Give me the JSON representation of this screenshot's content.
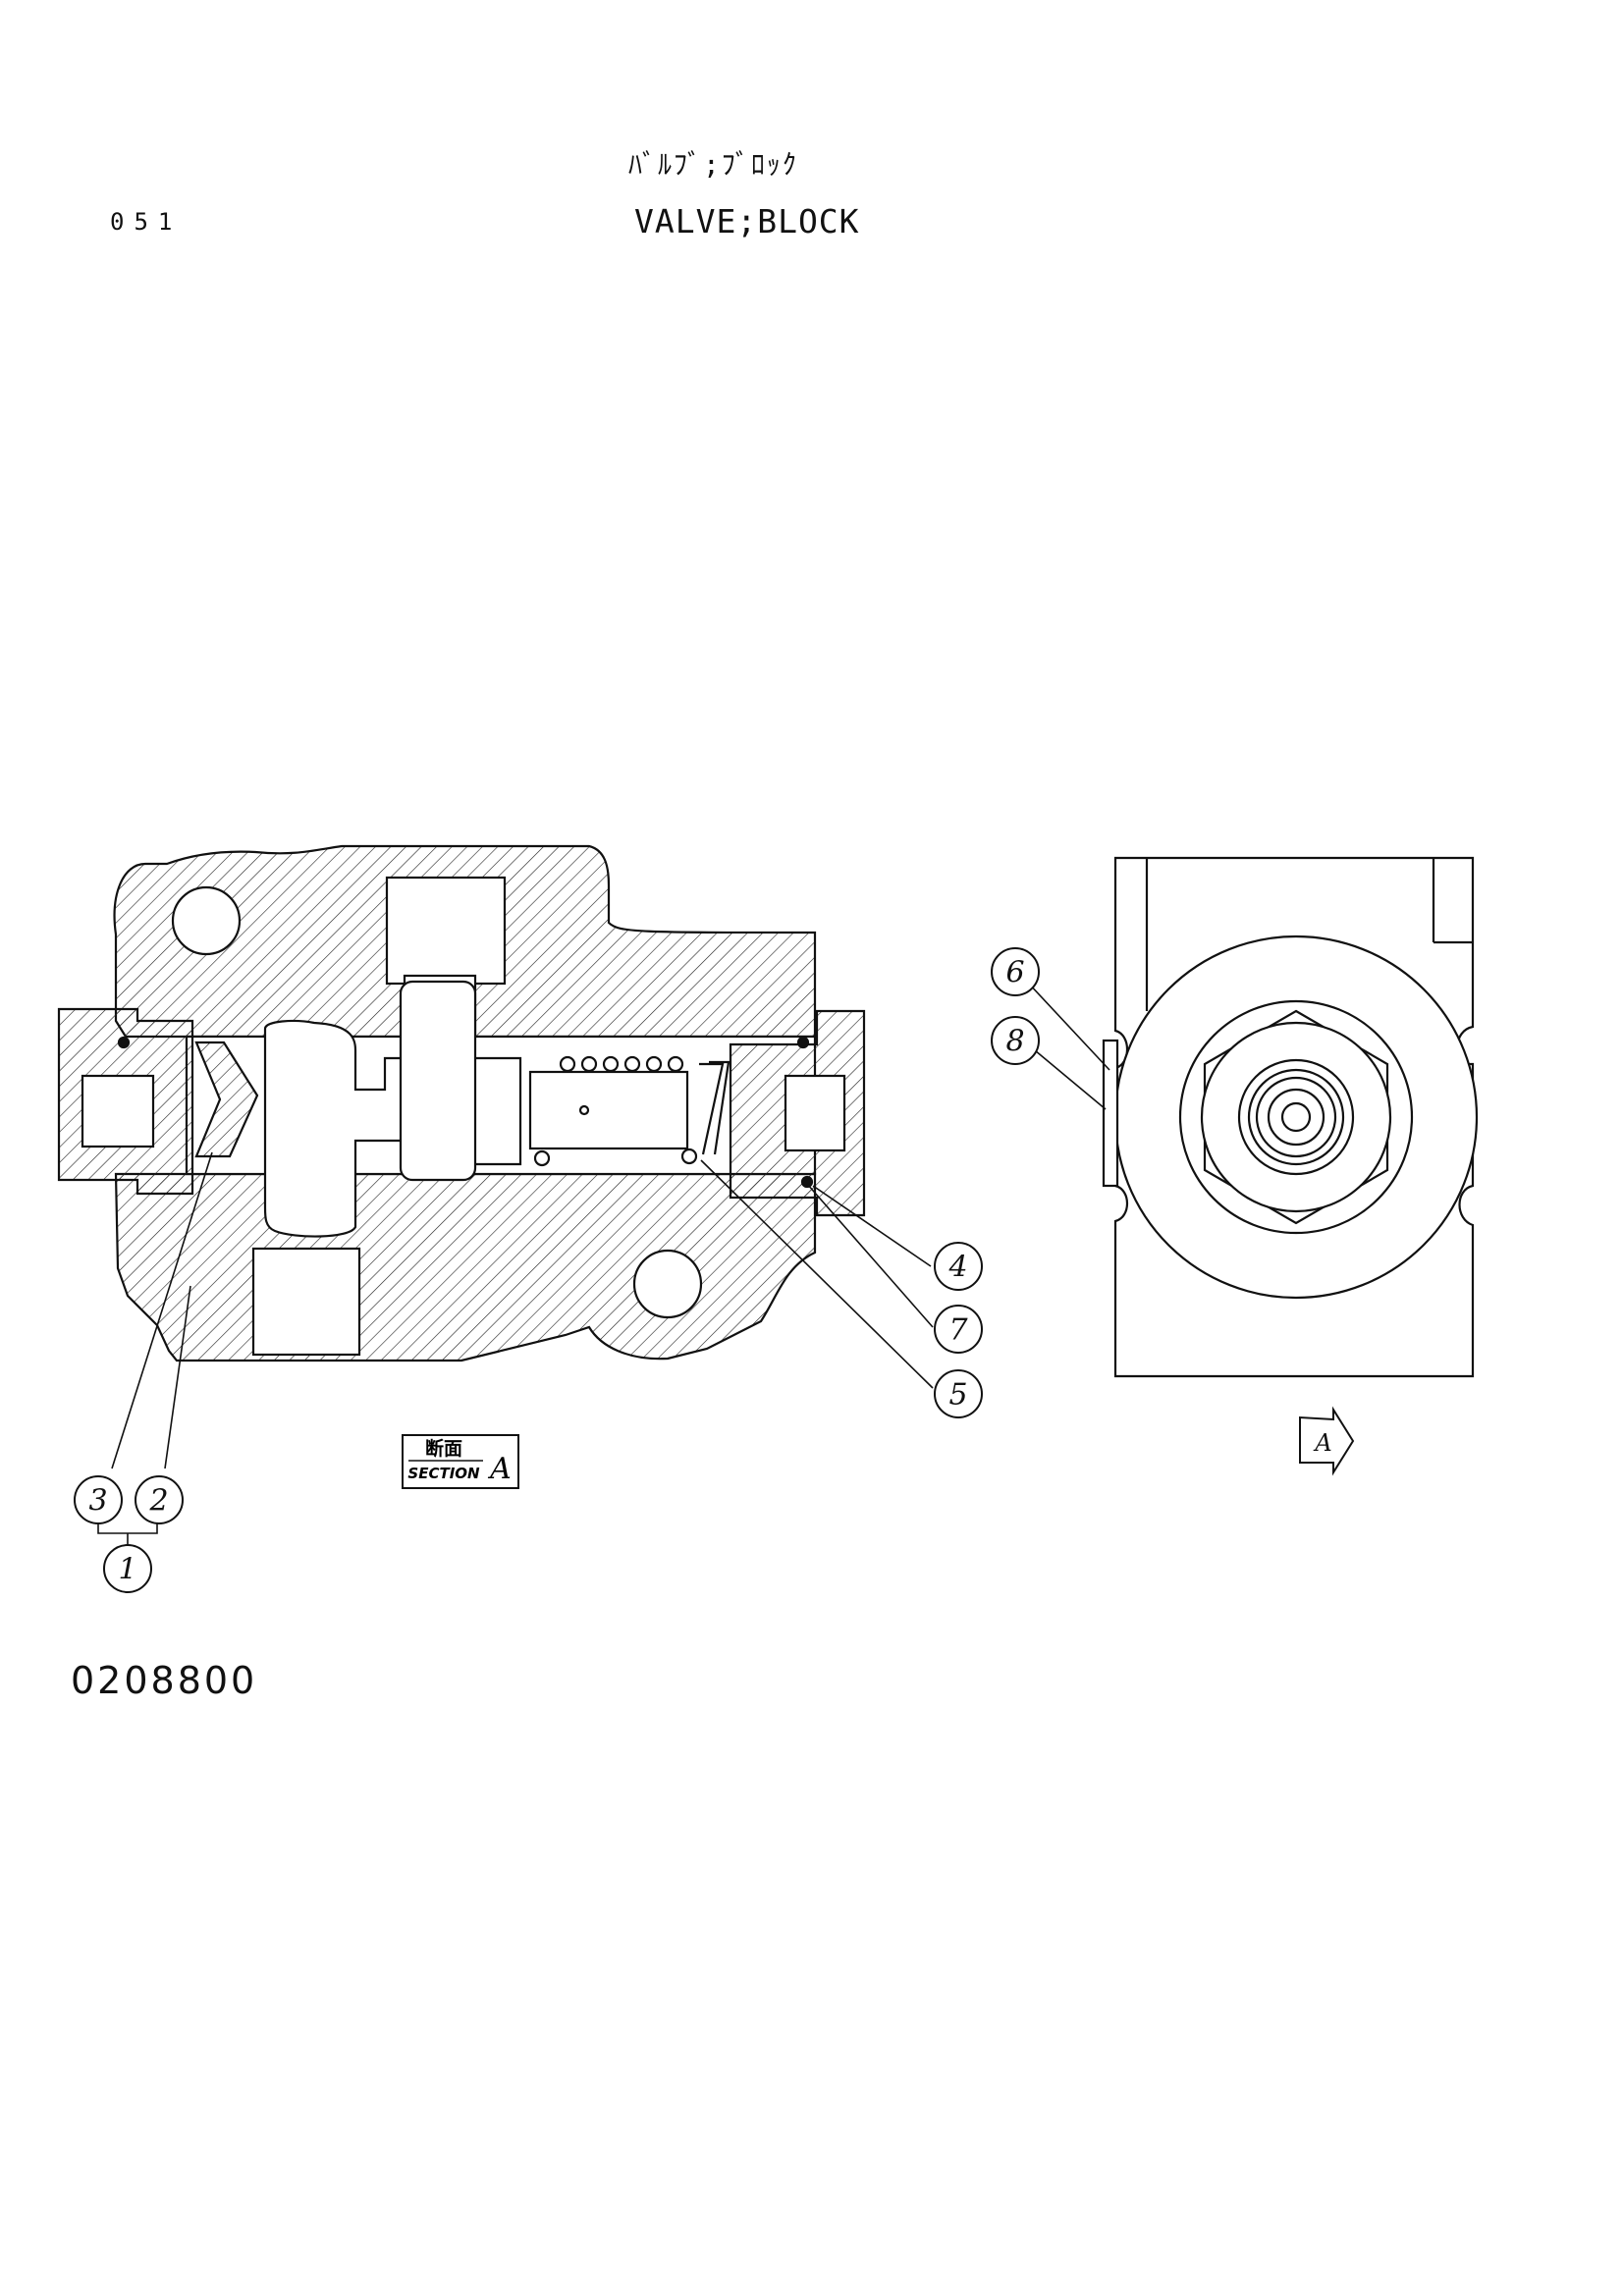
{
  "header": {
    "page_number": "051",
    "title_japanese": "ﾊﾞﾙﾌﾞ;ﾌﾞﾛｯｸ",
    "title_english": "VALVE;BLOCK"
  },
  "section_label": {
    "japanese": "断面",
    "english": "SECTION",
    "letter": "A"
  },
  "view_marker": {
    "letter": "A"
  },
  "callouts": [
    "1",
    "2",
    "3",
    "4",
    "5",
    "6",
    "7",
    "8"
  ],
  "drawing_number": "0208800"
}
